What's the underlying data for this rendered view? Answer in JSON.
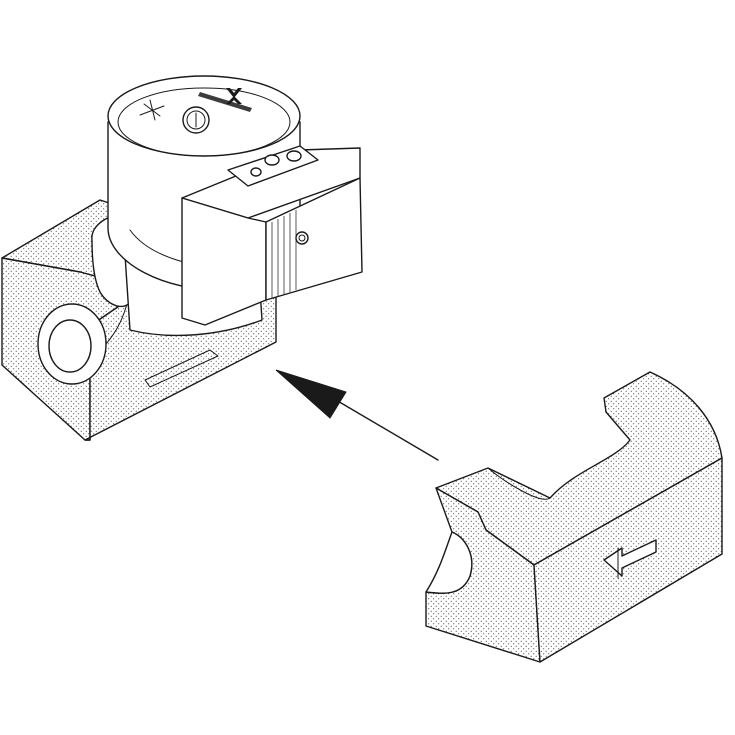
{
  "diagram": {
    "colors": {
      "line": "#1a1a1a",
      "background": "#ffffff",
      "stipple": "#2a2a2a"
    },
    "parts": [
      {
        "name": "circulator-pump",
        "icon": "pump-icon"
      },
      {
        "name": "insulation-shell-rear",
        "icon": "insulation-icon"
      },
      {
        "name": "insulation-shell-front",
        "icon": "insulation-icon"
      },
      {
        "name": "assembly-arrow",
        "icon": "arrow-icon"
      },
      {
        "name": "flow-direction-arrow",
        "icon": "flow-arrow-icon"
      }
    ]
  }
}
